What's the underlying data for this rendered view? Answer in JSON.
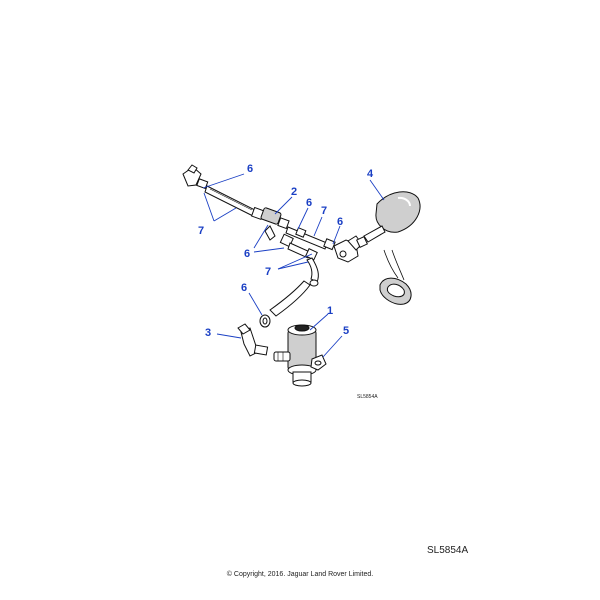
{
  "diagram": {
    "reference_code": "SL5854A",
    "callouts": [
      "6",
      "2",
      "4",
      "6",
      "7",
      "7",
      "6",
      "6",
      "7",
      "6",
      "1",
      "3",
      "5"
    ]
  },
  "footer": {
    "reference_code": "SL5854A",
    "copyright": "© Copyright, 2016. Jaguar Land Rover Limited."
  }
}
